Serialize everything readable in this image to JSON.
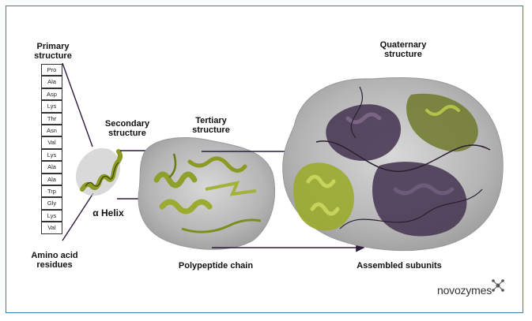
{
  "labels": {
    "primary": "Primary\nstructure",
    "secondary": "Secondary\nstructure",
    "tertiary": "Tertiary\nstructure",
    "quaternary": "Quaternary\nstructure",
    "alpha_helix": "α Helix",
    "amino_acid": "Amino acid\nresidues",
    "polypeptide": "Polypeptide chain",
    "assembled": "Assembled subunits"
  },
  "amino_acids": [
    "Pro",
    "Ala",
    "Asp",
    "Lys",
    "Thr",
    "Asn",
    "Val",
    "Lys",
    "Ala",
    "Ala",
    "Trp",
    "Gly",
    "Lys",
    "Val"
  ],
  "brand": {
    "name": "novozymes"
  },
  "colors": {
    "helix_green": "#9aab2e",
    "subunit_purple": "#4a3a55",
    "surface_gray": "#b9b9b9",
    "frame_blue": "#3f7fa8",
    "arrow": "#2b1c3a"
  }
}
